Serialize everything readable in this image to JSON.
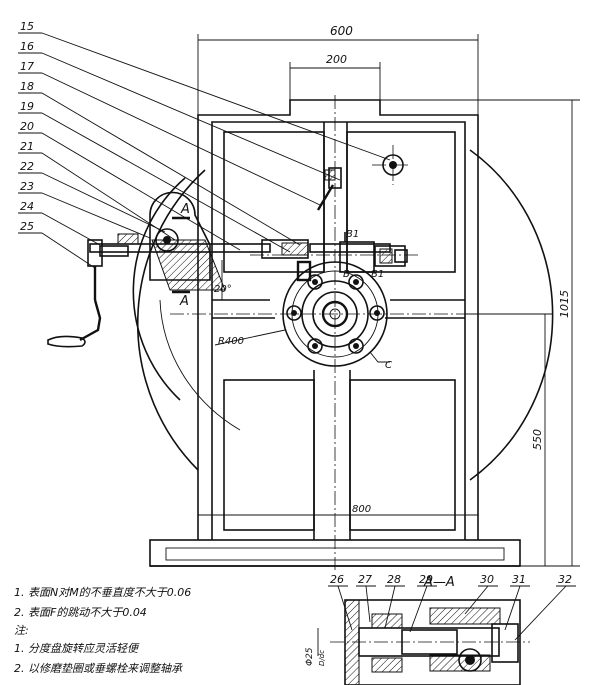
{
  "part_numbers": [
    "15",
    "16",
    "17",
    "18",
    "19",
    "20",
    "21",
    "22",
    "23",
    "24",
    "25"
  ],
  "section_part_numbers": [
    "26",
    "27",
    "28",
    "29",
    "30",
    "31",
    "32"
  ],
  "dimensions": {
    "overall_width": "600",
    "top_width": "200",
    "base_width": "800",
    "height": "1015",
    "center_height": "550",
    "radius": "R400",
    "angle": "20°",
    "bore": "Φ25",
    "tolerance": "D/dc"
  },
  "labels": {
    "section_mark": "A",
    "section_view_title": "A—A",
    "surface_b1": "B1",
    "surface_b": "B",
    "surface_c": "C"
  },
  "notes": {
    "req1": "1. 表面N对M的不垂直度不大于0.06",
    "req2": "2. 表面F的跳动不大于0.04",
    "zhu": "注:",
    "note1": "1. 分度盘旋转应灵活轻便",
    "note2": "2. 以修磨垫圈或垂螺栓来调整轴承"
  }
}
